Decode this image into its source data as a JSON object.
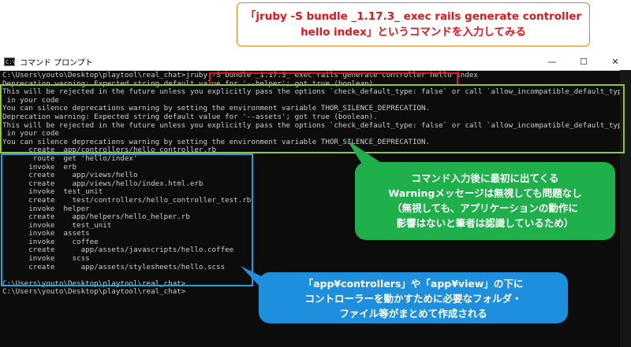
{
  "window": {
    "title": "コマンド プロンプト",
    "icon_text": "C:\\",
    "controls": [
      "—",
      "☐",
      "✕"
    ]
  },
  "console": {
    "lines": [
      "C:\\Users\\youto\\Desktop\\playtool\\real_chat>jruby -S bundle _1.17.3_ exec rails generate controller hello index",
      "Deprecation warning: Expected string default value for '--helper'; got true (boolean).",
      "This will be rejected in the future unless you explicitly pass the options `check_default_type: false` or call `allow_incompatible_default_type!`",
      " in your code",
      "You can silence deprecations warning by setting the environment variable THOR_SILENCE_DEPRECATION.",
      "Deprecation warning: Expected string default value for '--assets'; got true (boolean).",
      "This will be rejected in the future unless you explicitly pass the options `check_default_type: false` or call `allow_incompatible_default_type!`",
      " in your code",
      "You can silence deprecations warning by setting the environment variable THOR_SILENCE_DEPRECATION.",
      "      create  app/controllers/hello_controller.rb",
      "       route  get 'hello/index'",
      "      invoke  erb",
      "      create    app/views/hello",
      "      create    app/views/hello/index.html.erb",
      "      invoke  test_unit",
      "      create    test/controllers/hello_controller_test.rb",
      "      invoke  helper",
      "      create    app/helpers/hello_helper.rb",
      "      invoke    test_unit",
      "      invoke  assets",
      "      invoke    coffee",
      "      create      app/assets/javascripts/hello.coffee",
      "      invoke    scss",
      "      create      app/assets/stylesheets/hello.scss",
      "",
      "C:\\Users\\youto\\Desktop\\playtool\\real_chat>",
      "C:\\Users\\youto\\Desktop\\playtool\\real_chat>"
    ]
  },
  "callouts": {
    "top": [
      "「jruby -S bundle _1.17.3_ exec rails generate controller",
      "hello index」というコマンドを入力してみる"
    ],
    "green": [
      "コマンド入力後に最初に出てくる",
      "Warningメッセージは無視しても問題なし",
      "（無視しても、アプリケーションの動作に",
      "影響はないと筆者は認識しているため）"
    ],
    "blue": [
      "「app¥controllers」や「app¥view」の下に",
      "コントローラーを動かすために必要なフォルダ・",
      "ファイル等がまとめて作成される"
    ]
  },
  "colors": {
    "red_box": "#e8141a",
    "green_box": "#8dc63f",
    "blue_box": "#1aa3e6",
    "green_callout": "#1fb04b",
    "blue_callout": "#1e8fdc",
    "top_callout_border": "#ef7d22"
  }
}
